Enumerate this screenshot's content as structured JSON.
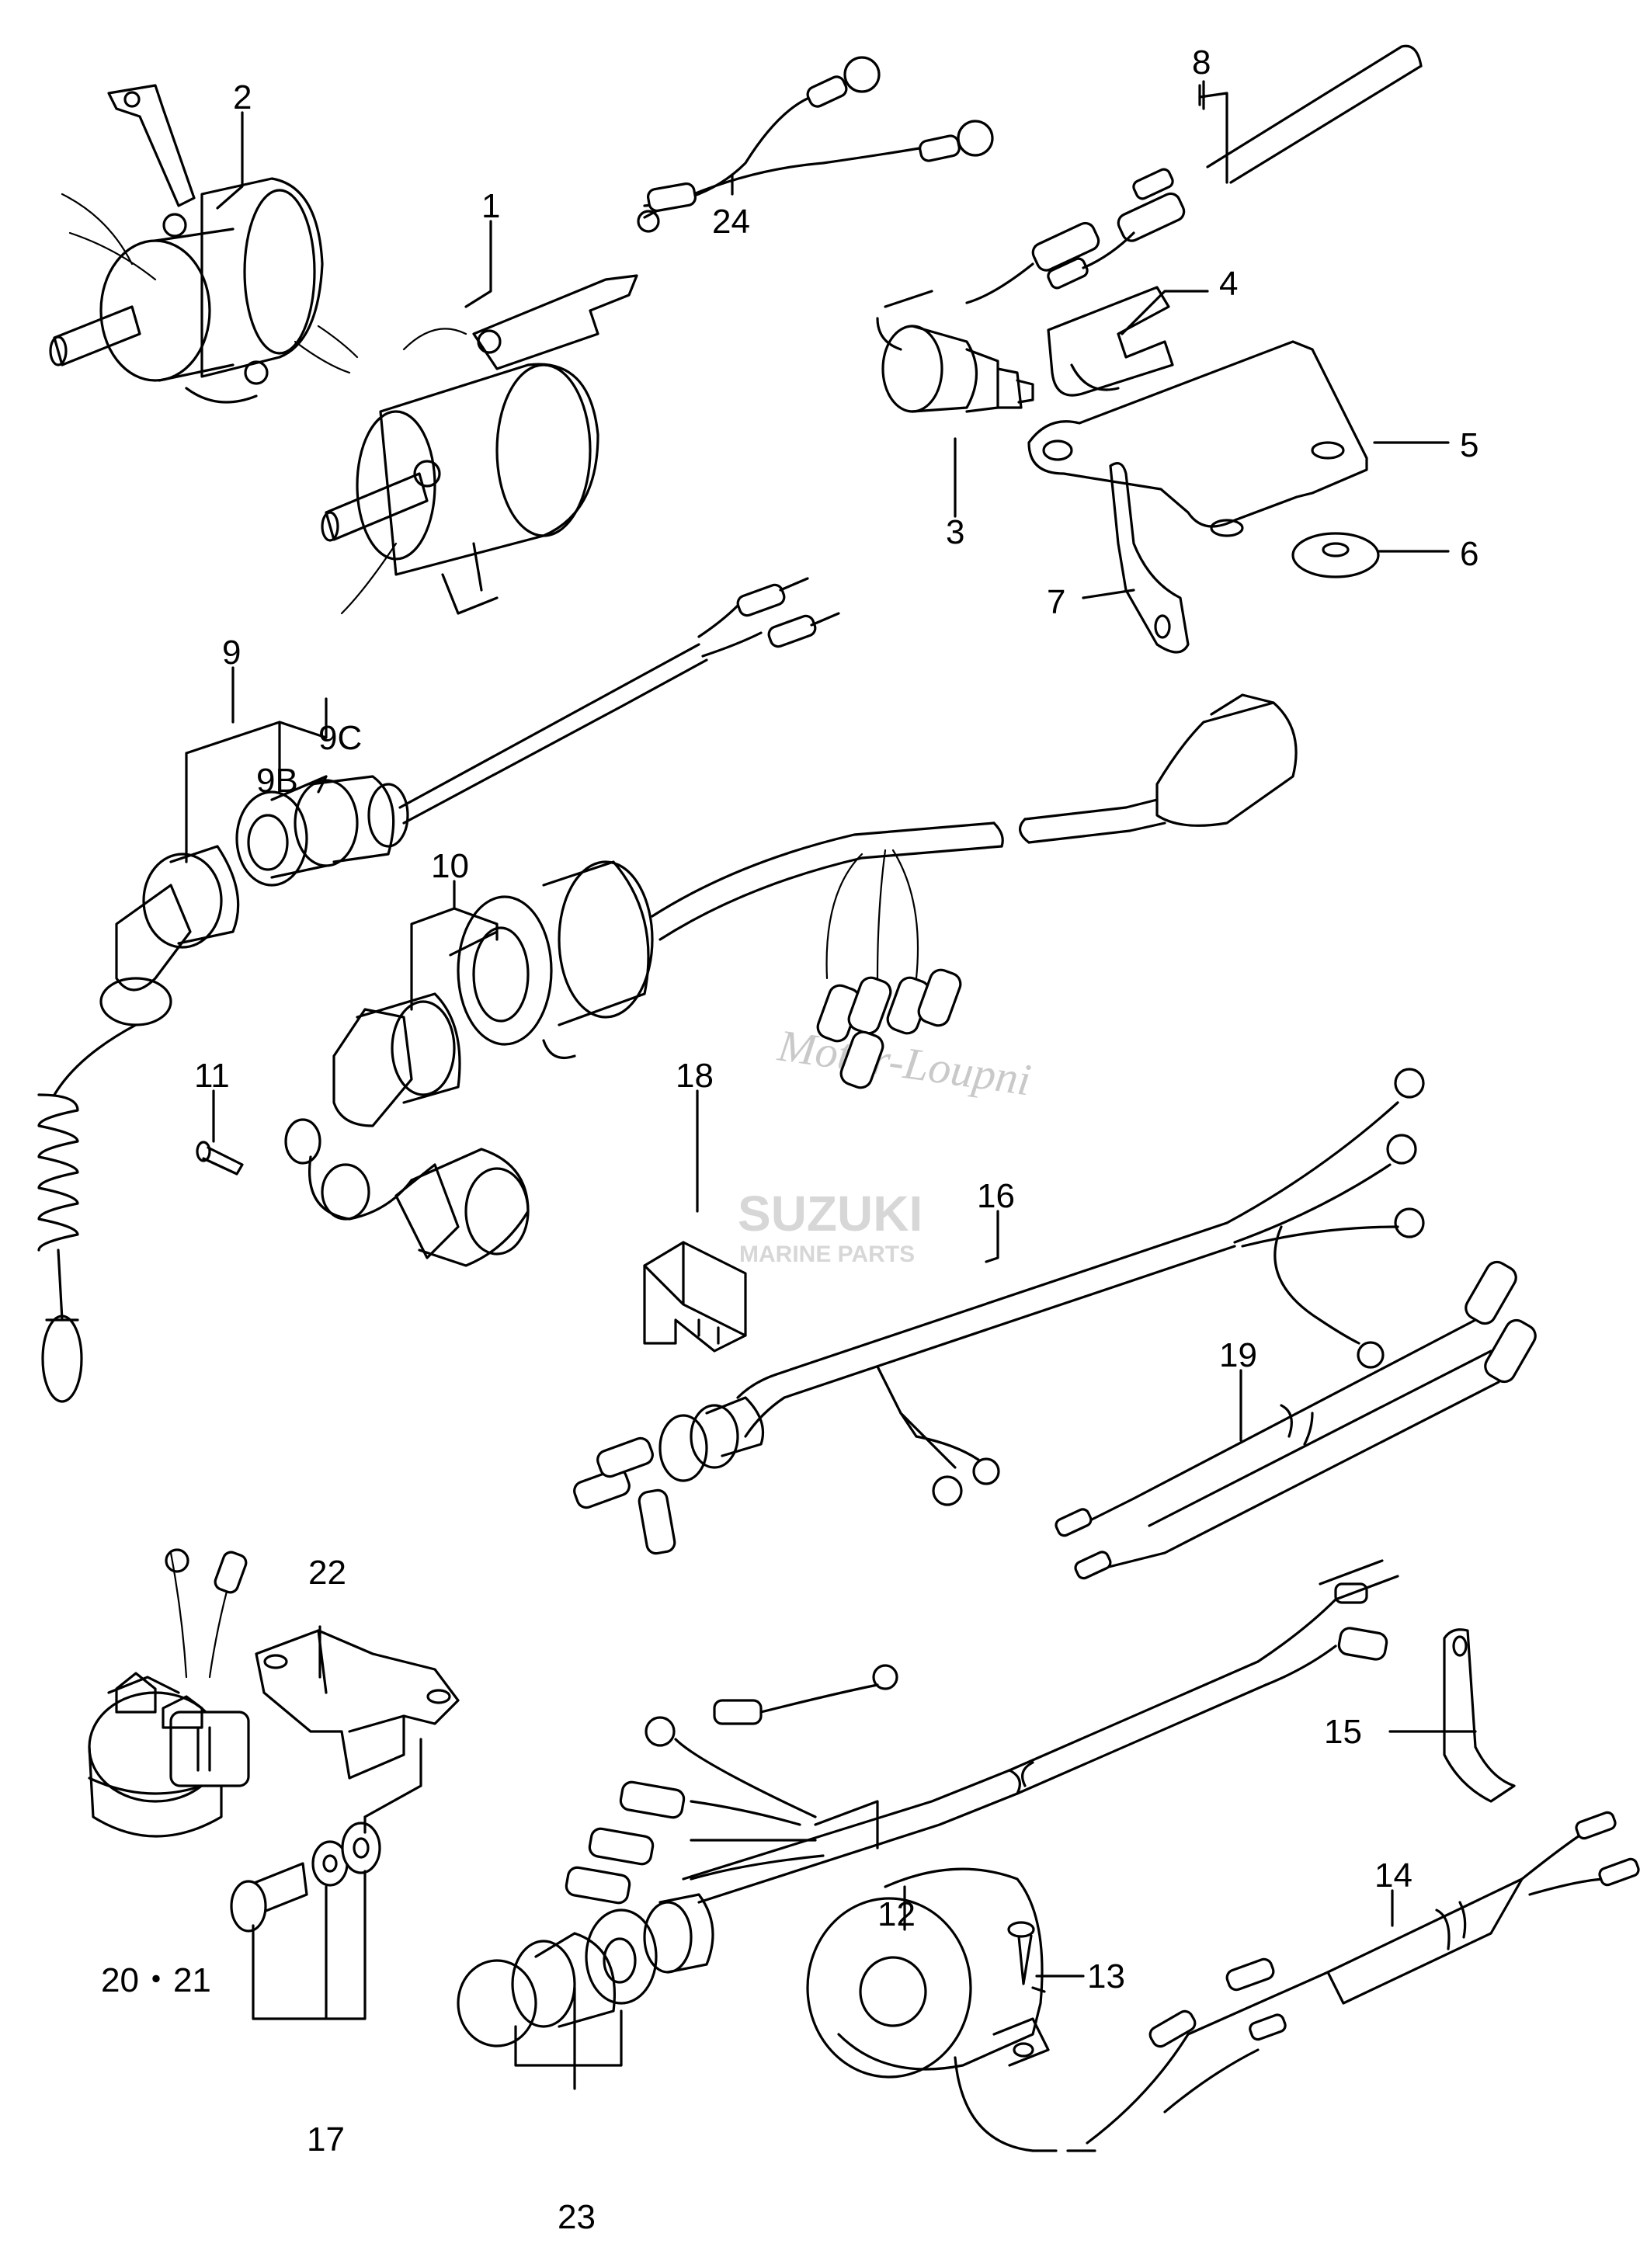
{
  "parts": [
    {
      "id": "p1",
      "label": "1",
      "icon": "solenoid-icon"
    },
    {
      "id": "p2",
      "label": "2",
      "icon": "solenoid-icon"
    },
    {
      "id": "p3",
      "label": "3",
      "icon": "switch-icon"
    },
    {
      "id": "p4",
      "label": "4",
      "icon": "clamp-icon"
    },
    {
      "id": "p5",
      "label": "5",
      "icon": "bracket-icon"
    },
    {
      "id": "p6",
      "label": "6",
      "icon": "washer-icon"
    },
    {
      "id": "p7",
      "label": "7",
      "icon": "bracket-icon"
    },
    {
      "id": "p8",
      "label": "8",
      "icon": "wire-icon"
    },
    {
      "id": "p9",
      "label": "9",
      "icon": "stop-switch-icon"
    },
    {
      "id": "p9b",
      "label": "9B",
      "icon": "nut-icon"
    },
    {
      "id": "p9c",
      "label": "9C",
      "icon": "switch-body-icon"
    },
    {
      "id": "p10",
      "label": "10",
      "icon": "stop-switch-icon"
    },
    {
      "id": "p11",
      "label": "11",
      "icon": "screw-icon"
    },
    {
      "id": "p12",
      "label": "12",
      "icon": "buzzer-icon"
    },
    {
      "id": "p13",
      "label": "13",
      "icon": "screw-icon"
    },
    {
      "id": "p14",
      "label": "14",
      "icon": "wire-icon"
    },
    {
      "id": "p15",
      "label": "15",
      "icon": "clamp-icon"
    },
    {
      "id": "p16",
      "label": "16",
      "icon": "harness-icon"
    },
    {
      "id": "p17",
      "label": "17",
      "icon": "bolt-washer-icon"
    },
    {
      "id": "p18",
      "label": "18",
      "icon": "cap-icon"
    },
    {
      "id": "p19",
      "label": "19",
      "icon": "wire-icon"
    },
    {
      "id": "p2021",
      "label": "20・21",
      "icon": "relay-icon"
    },
    {
      "id": "p22",
      "label": "22",
      "icon": "bracket-icon"
    },
    {
      "id": "p23",
      "label": "23",
      "icon": "cap-icon"
    },
    {
      "id": "p24",
      "label": "24",
      "icon": "wire-icon"
    }
  ],
  "watermark": {
    "motor_text": "Motor-Loupni",
    "brand_text": "SUZUKI",
    "sub_text": "MARINE PARTS"
  }
}
